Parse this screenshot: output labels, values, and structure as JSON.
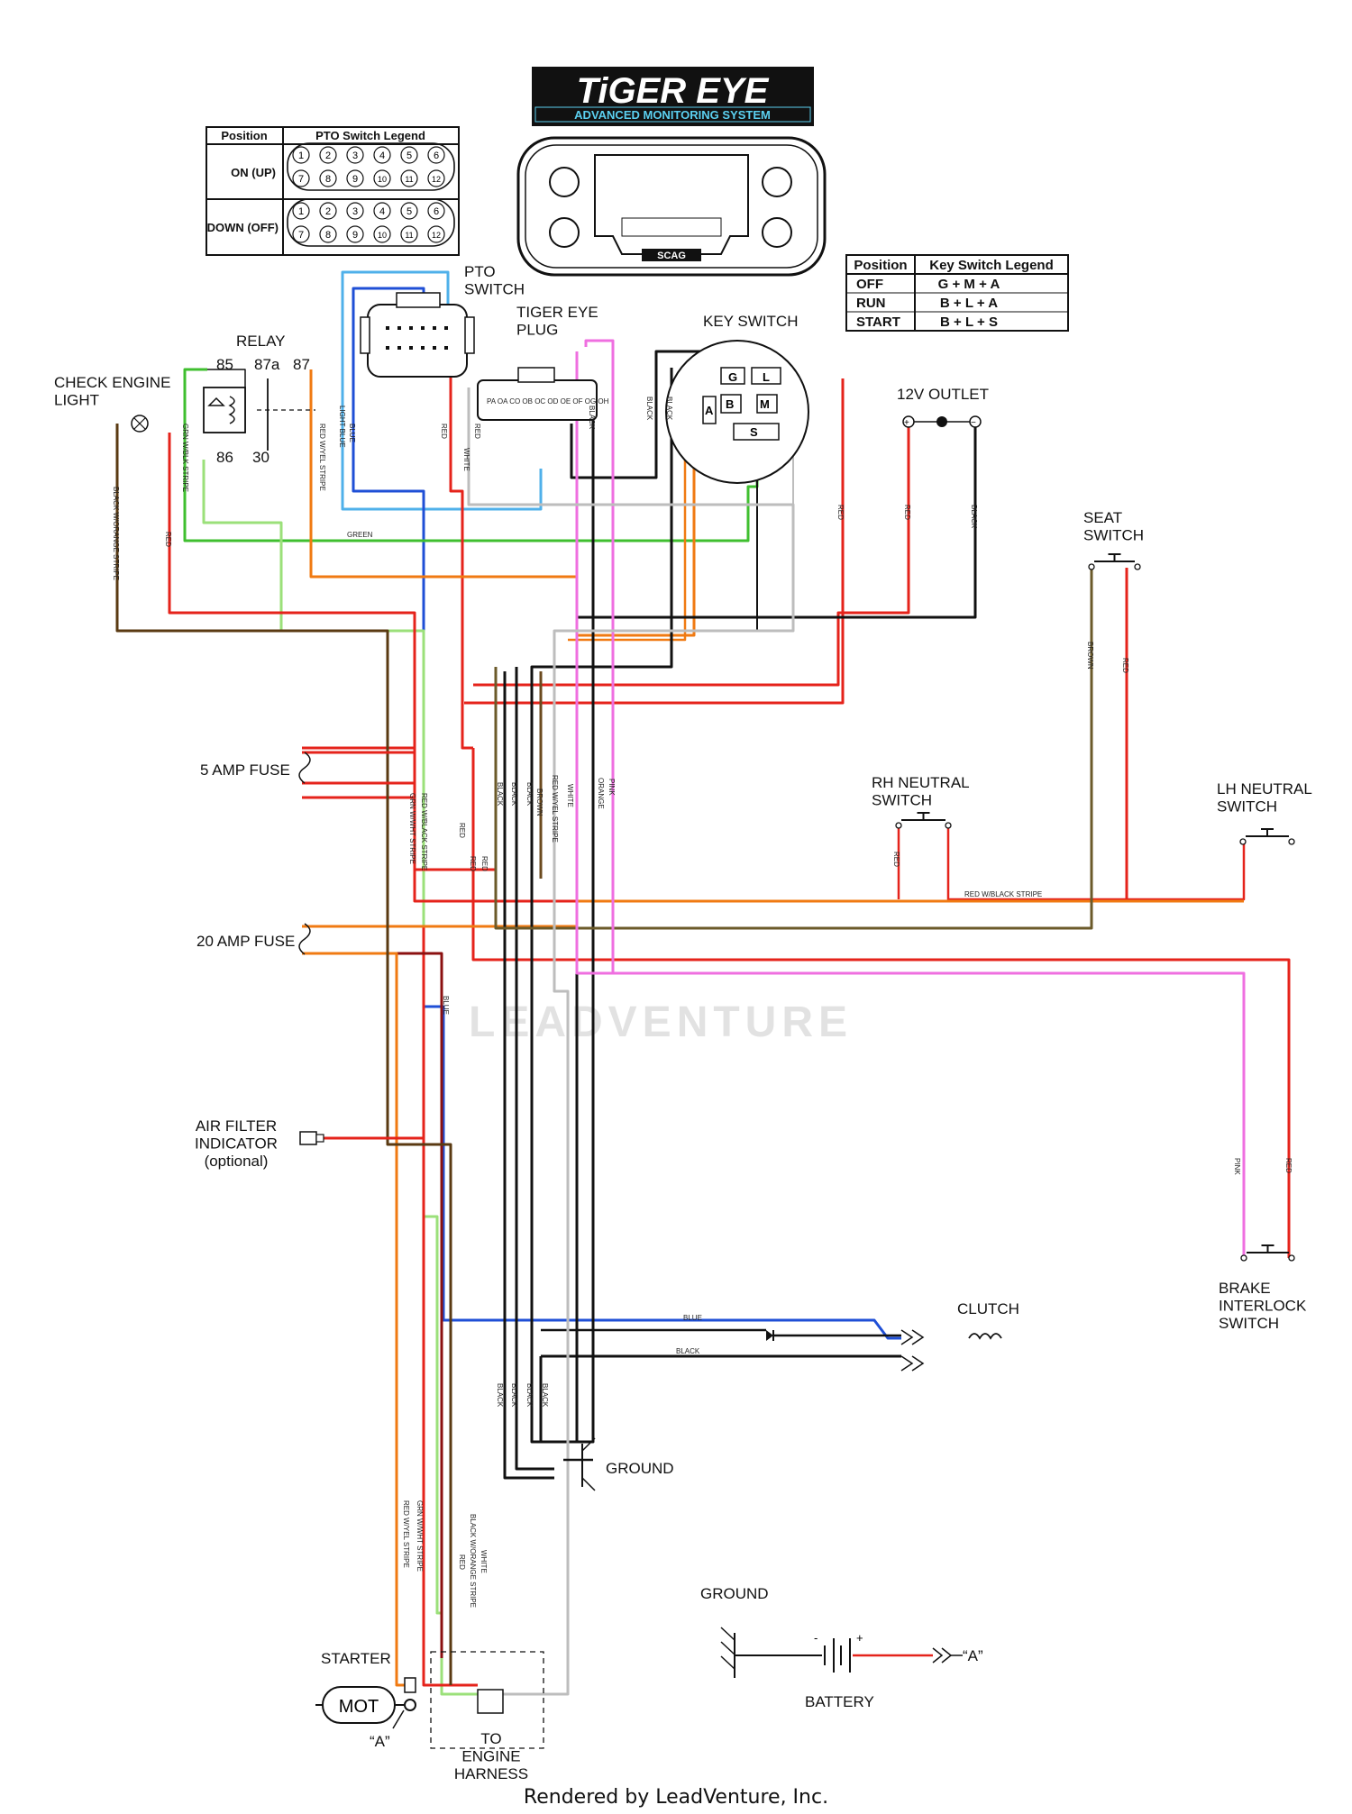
{
  "brand": {
    "logo_title": "TiGER EYE",
    "logo_subtitle": "ADVANCED MONITORING SYSTEM",
    "display_badge": "SCAG"
  },
  "pto_legend": {
    "col_position": "Position",
    "col_legend": "PTO Switch Legend",
    "rows": [
      {
        "position": "ON (UP)",
        "pins": [
          "1",
          "2",
          "3",
          "4",
          "5",
          "6",
          "7",
          "8",
          "9",
          "10",
          "11",
          "12"
        ]
      },
      {
        "position": "DOWN (OFF)",
        "pins": [
          "1",
          "2",
          "3",
          "4",
          "5",
          "6",
          "7",
          "8",
          "9",
          "10",
          "11",
          "12"
        ]
      }
    ]
  },
  "key_legend": {
    "col_position": "Position",
    "col_legend": "Key Switch Legend",
    "rows": [
      {
        "position": "OFF",
        "value": "G + M + A"
      },
      {
        "position": "RUN",
        "value": "B + L + A"
      },
      {
        "position": "START",
        "value": "B + L + S"
      }
    ]
  },
  "components": {
    "pto_switch": "PTO\nSWITCH",
    "tiger_eye_plug": "TIGER EYE\nPLUG",
    "key_switch": "KEY SWITCH",
    "key_terminals": [
      "G",
      "L",
      "B",
      "M",
      "A",
      "S"
    ],
    "relay": "RELAY",
    "relay_pins": [
      "85",
      "87a",
      "87",
      "86",
      "30"
    ],
    "check_engine_light": "CHECK ENGINE\nLIGHT",
    "outlet_12v": "12V OUTLET",
    "outlet_pins": [
      "+",
      "−"
    ],
    "seat_switch": "SEAT\nSWITCH",
    "rh_neutral_switch": "RH NEUTRAL\nSWITCH",
    "lh_neutral_switch": "LH NEUTRAL\nSWITCH",
    "fuse_5a": "5 AMP FUSE",
    "fuse_20a": "20 AMP FUSE",
    "air_filter_indicator": "AIR FILTER\nINDICATOR\n(optional)",
    "brake_interlock_switch": "BRAKE\nINTERLOCK\nSWITCH",
    "clutch": "CLUTCH",
    "ground_main": "GROUND",
    "ground_battery": "GROUND",
    "battery": "BATTERY",
    "battery_pins": [
      "-",
      "+"
    ],
    "battery_ref": "“A”",
    "starter": "STARTER",
    "starter_motor": "MOT",
    "starter_ref": "“A”",
    "to_engine_harness": "TO\nENGINE\nHARNESS"
  },
  "wire_labels": {
    "green": "GREEN",
    "blue": "BLUE",
    "light_blue": "LIGHT BLUE",
    "red": "RED",
    "white": "WHITE",
    "black": "BLACK",
    "brown": "BROWN",
    "pink": "PINK",
    "orange": "ORANGE",
    "grn_wblk": "GRN W/BLK STRIPE",
    "grn_wwht": "GRN W/WHT STRIPE",
    "red_wyel": "RED W/YEL STRIPE",
    "red_wblack": "RED W/BLACK STRIPE",
    "black_worange": "BLACK W/ORANGE STRIPE",
    "plug_pins": "PA OA CO OB OC OD OE OF OG OH"
  },
  "wire_colors": {
    "red": "#e5231b",
    "dark_red": "#8b1010",
    "green": "#3fbf2f",
    "light_green": "#9be07a",
    "blue": "#1f4fd6",
    "light_blue": "#4fb0ea",
    "orange": "#f07a12",
    "black": "#111111",
    "brown": "#6b4a1e",
    "dark_brown": "#5a3a12",
    "pink": "#ef6fe0",
    "white_wire": "#bdbdbd",
    "olive": "#6b5a2a"
  },
  "watermark": "LEADVENTURE",
  "footer": "Rendered by LeadVenture, Inc."
}
